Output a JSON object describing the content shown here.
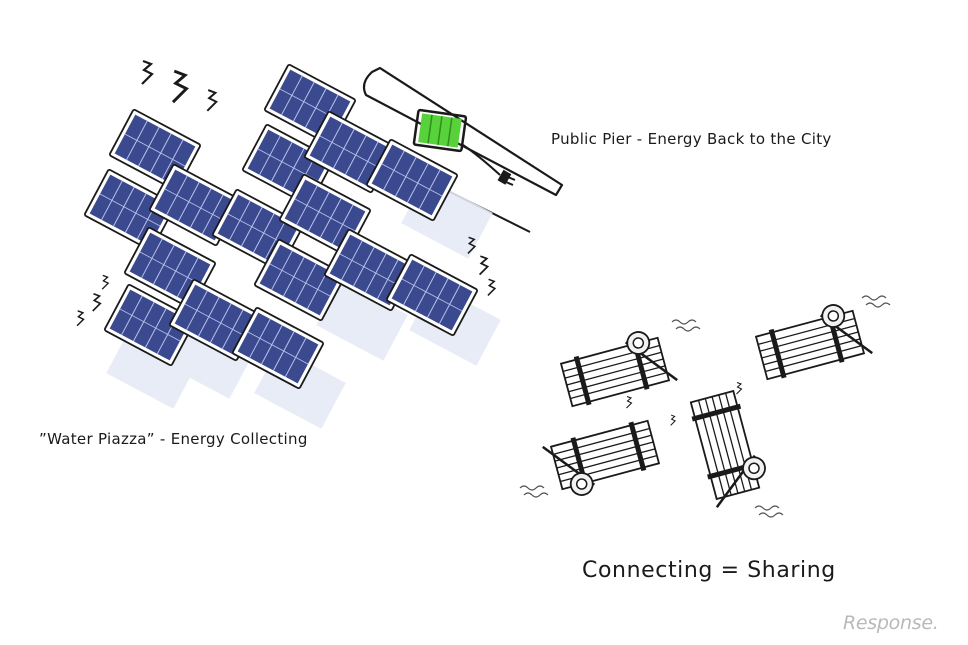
{
  "labels": {
    "pier": "Public Pier - Energy Back to the City",
    "piazza": "”Water Piazza” - Energy Collecting",
    "sharing": "Connecting = Sharing"
  },
  "watermark": "Response.",
  "colors": {
    "panel_fill": "#3b4a8f",
    "panel_cell_line": "#b8c2ec",
    "panel_border": "#1a1a1a",
    "battery_green": "#58d23a",
    "shadow": "#e6eaf5",
    "ink": "#1a1a1a"
  },
  "icons": [
    "lightning-bolt-icon",
    "battery-icon",
    "plug-icon",
    "water-wave-icon",
    "float-buoy-icon"
  ]
}
